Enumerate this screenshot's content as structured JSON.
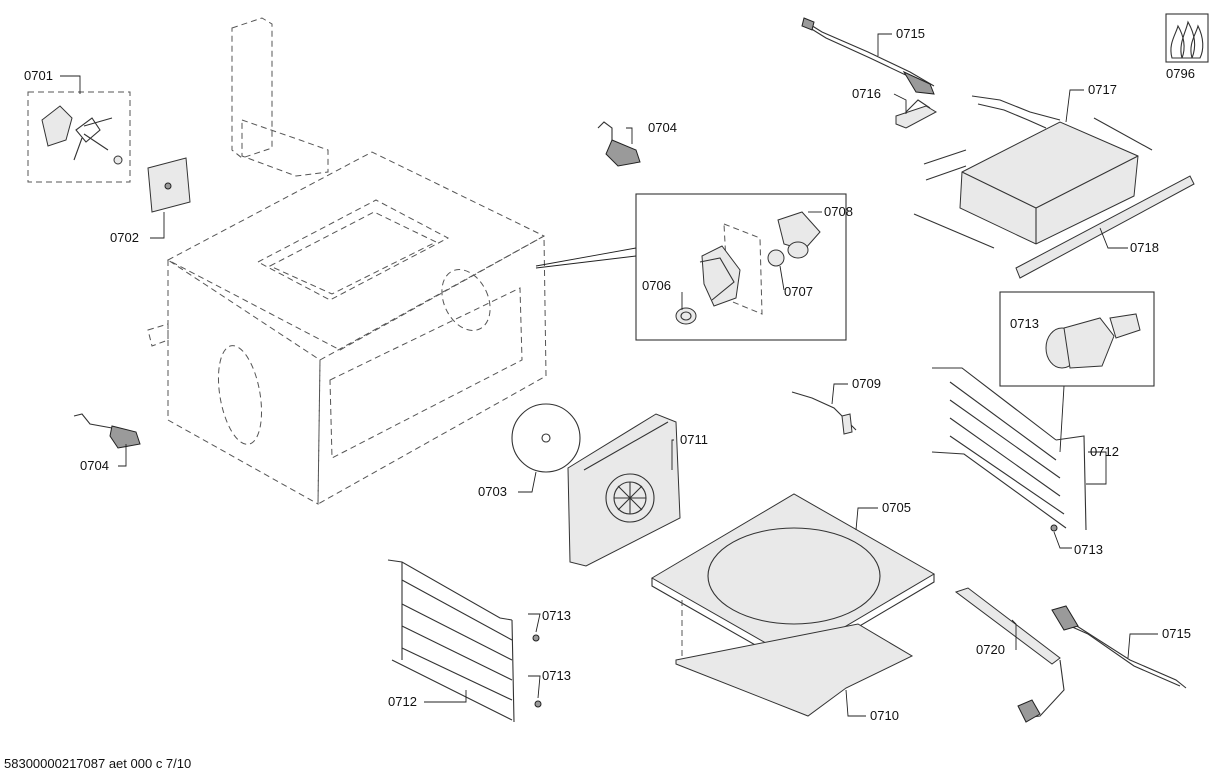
{
  "diagram": {
    "footer": "58300000217087 aet 000 c 7/10",
    "callouts": [
      "0701",
      "0702",
      "0704",
      "0704",
      "0708",
      "0706",
      "0707",
      "0715",
      "0716",
      "0717",
      "0718",
      "0796",
      "0713",
      "0709",
      "0712",
      "0713",
      "0711",
      "0703",
      "0705",
      "0713",
      "0713",
      "0712",
      "0720",
      "0715",
      "0710"
    ]
  }
}
